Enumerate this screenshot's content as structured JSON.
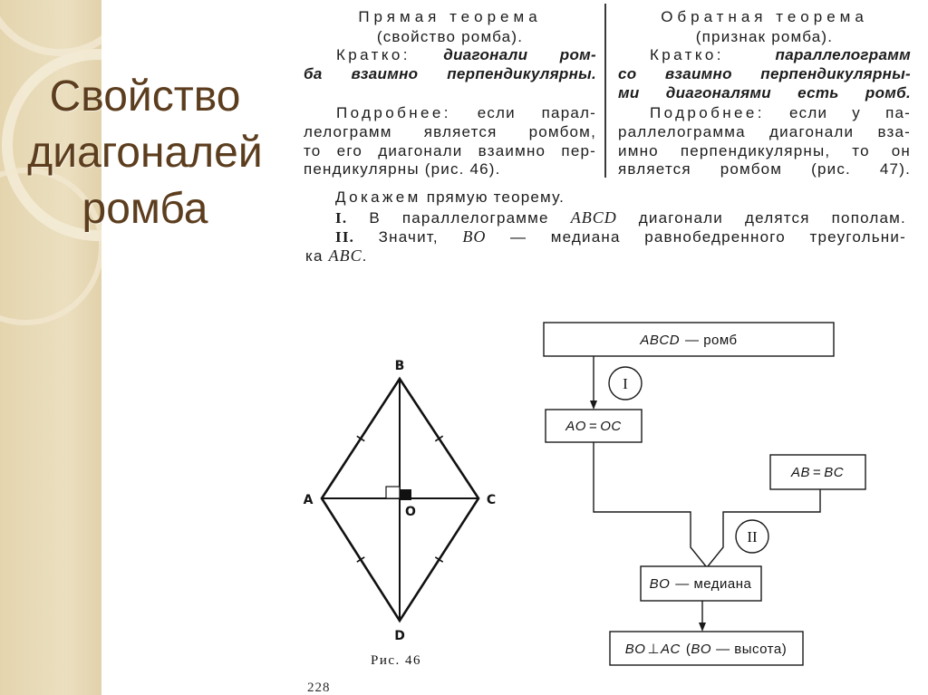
{
  "slide": {
    "title_lines": [
      "Свойство",
      "диагоналей",
      "ромба"
    ],
    "page_number": "228",
    "colors": {
      "title": "#5c3d1e",
      "sidebar": "#e8dbb8",
      "ink": "#1c1c1c"
    }
  },
  "direct_theorem": {
    "heading": "Прямая теорема",
    "subheading": "(свойство ромба).",
    "brief_label": "Кратко:",
    "brief_lines": [
      "диагонали ром-",
      "ба взаимно перпендикулярны."
    ],
    "detail_label": "Подробнее:",
    "detail_lines": [
      "если парал-",
      "лелограмм является ромбом,",
      "то его диагонали взаимно пер-",
      "пендикулярны (рис. 46)."
    ]
  },
  "converse_theorem": {
    "heading": "Обратная теорема",
    "subheading": "(признак ромба).",
    "brief_label": "Кратко:",
    "brief_lines": [
      "параллелограмм",
      "со взаимно перпендикулярны-",
      "ми диагоналями есть ромб."
    ],
    "detail_label": "Подробнее:",
    "detail_lines": [
      "если у па-",
      "раллелограмма диагонали вза-",
      "имно перпендикулярны, то он",
      "является ромбом (рис. 47)."
    ]
  },
  "proof": {
    "intro_label": "Докажем",
    "intro_text": "прямую теорему.",
    "step1": {
      "num": "I.",
      "before": "В параллелограмме",
      "var": "ABCD",
      "after": "диагонали делятся пополам."
    },
    "step2": {
      "num": "II.",
      "before": "Значит,",
      "var": "BO",
      "after": "— медиана равнобедренного треугольни-"
    },
    "step2_cont": {
      "before": "ка",
      "var": "ABC",
      "after": "."
    }
  },
  "figure": {
    "vertices": {
      "a": "A",
      "b": "B",
      "c": "C",
      "d": "D",
      "o": "O"
    },
    "caption": "Рис. 46"
  },
  "flowchart": {
    "start": {
      "var": "ABCD",
      "text": "— ромб"
    },
    "step1_marker": "I",
    "fact1": {
      "left": "AO",
      "op": "=",
      "right": "OC"
    },
    "fact2": {
      "left": "AB",
      "op": "=",
      "right": "BC"
    },
    "step2_marker": "II",
    "median": {
      "var": "BO",
      "text": "— медиана"
    },
    "result": {
      "left": "BO",
      "op": "⊥",
      "right": "AC",
      "paren": "(",
      "var": "BO",
      "text": "— высота)"
    }
  }
}
